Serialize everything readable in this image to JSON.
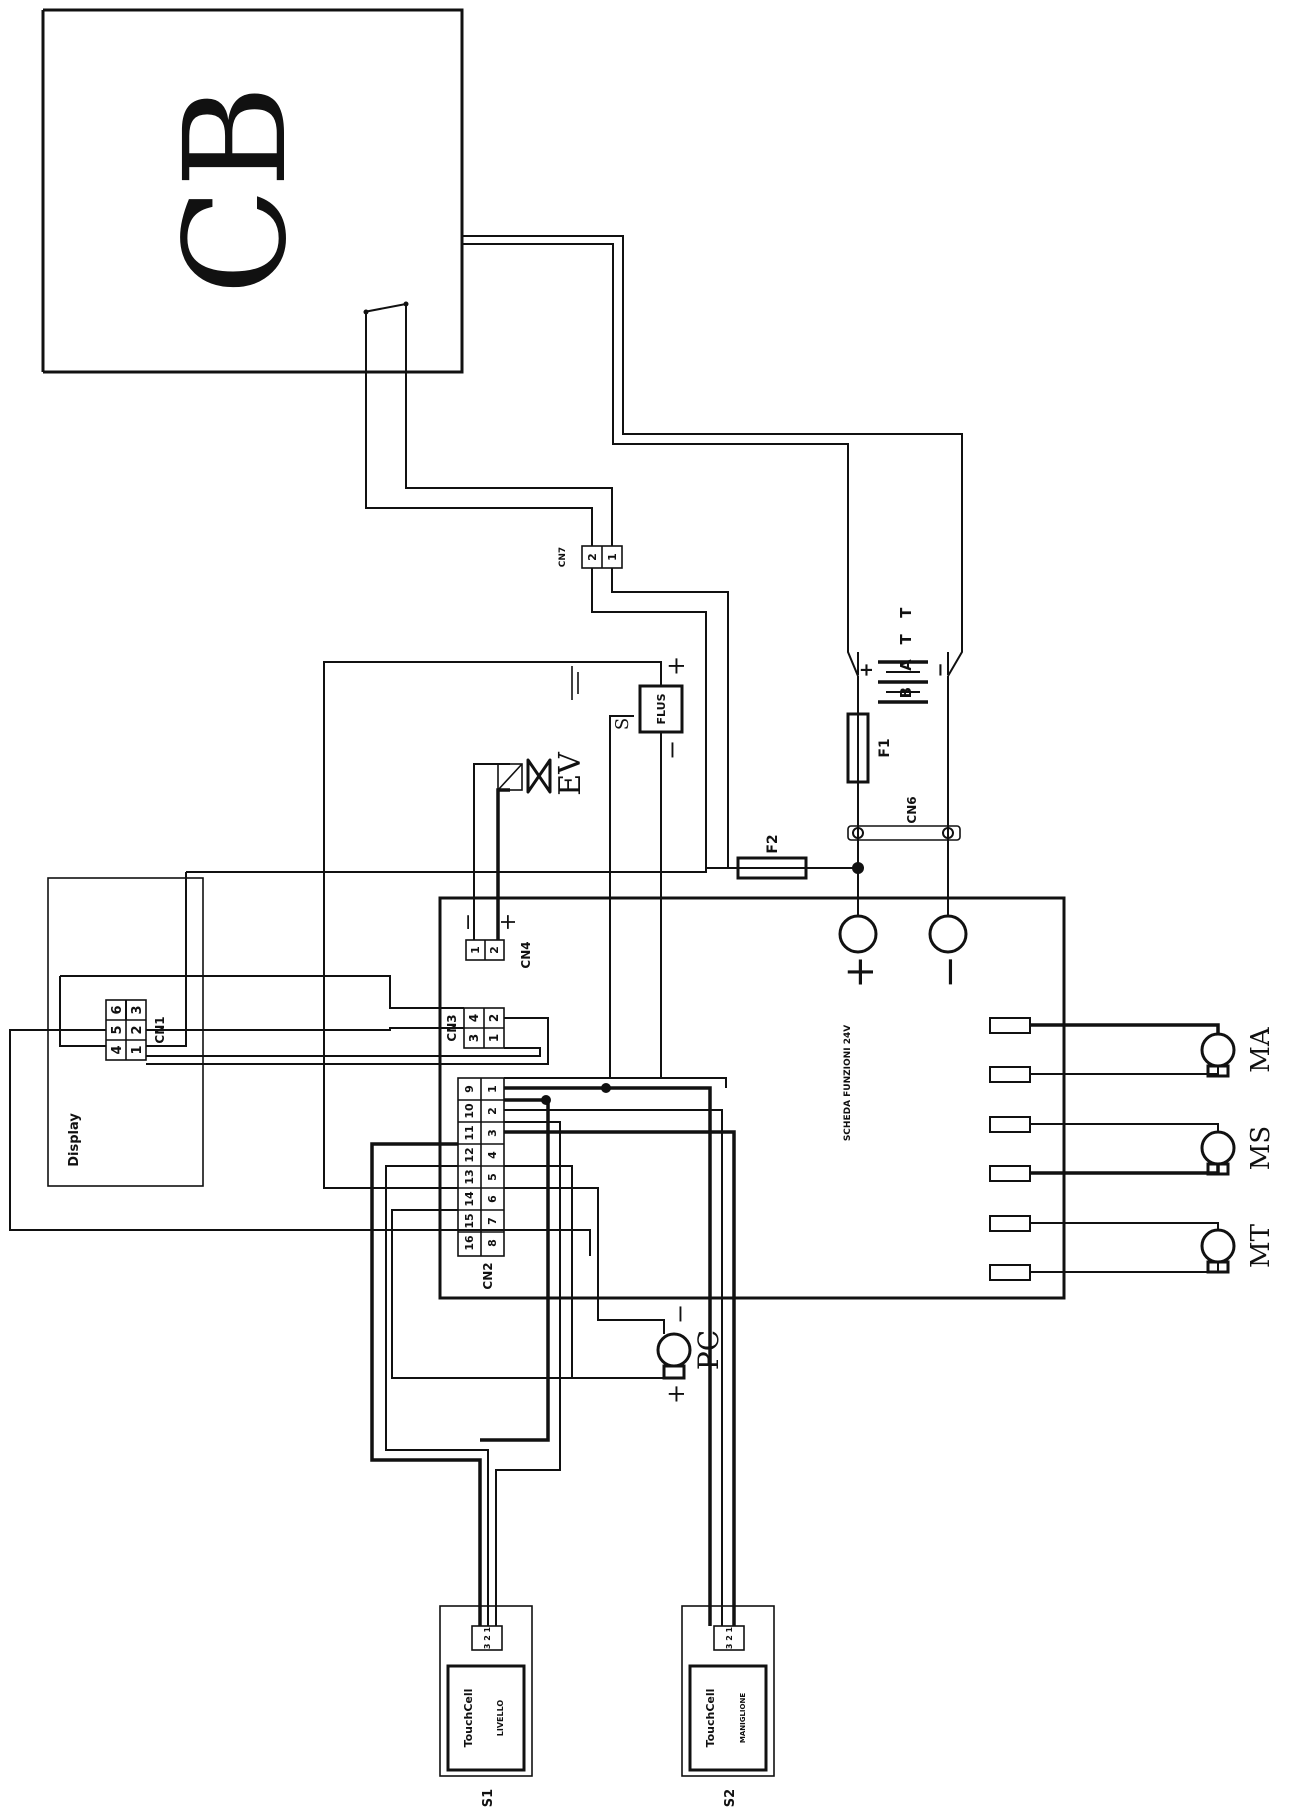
{
  "cb": {
    "label": "CB"
  },
  "board": {
    "title": "SCHEDA FUNZIONI 24V",
    "plus": "+",
    "minus": "−"
  },
  "connectors": {
    "cn1": {
      "label": "CN1",
      "pins_row1": [
        "6",
        "5",
        "4"
      ],
      "pins_row2": [
        "3",
        "2",
        "1"
      ]
    },
    "cn2": {
      "label": "CN2",
      "pins_row1": [
        "16",
        "15",
        "14",
        "13",
        "12",
        "11",
        "10",
        "9"
      ],
      "pins_row2": [
        "8",
        "7",
        "6",
        "5",
        "4",
        "3",
        "2",
        "1"
      ]
    },
    "cn3": {
      "label": "CN3",
      "pins_row1": [
        "4",
        "3"
      ],
      "pins_row2": [
        "2",
        "1"
      ]
    },
    "cn4": {
      "label": "CN4",
      "pins": [
        "1",
        "2"
      ],
      "minus": "−",
      "plus": "+"
    },
    "cn6": {
      "label": "CN6"
    },
    "cn7": {
      "label": "CN7",
      "pins": [
        "2",
        "1"
      ]
    }
  },
  "display": {
    "label": "Display"
  },
  "battery": {
    "label": "BATT",
    "plus": "+",
    "minus": "−"
  },
  "fuses": {
    "f1": "F1",
    "f2": "F2"
  },
  "flus": {
    "label": "FLUS",
    "s": "S",
    "plus": "+",
    "minus": "−"
  },
  "ev": {
    "label": "EV"
  },
  "pc": {
    "label": "PC",
    "plus": "+",
    "minus": "−"
  },
  "motors": [
    {
      "label": "MA"
    },
    {
      "label": "MS"
    },
    {
      "label": "MT"
    }
  ],
  "sensors": [
    {
      "tag": "S1",
      "brand": "TouchCell",
      "name": "LIVELLO",
      "pins": "3 2 1"
    },
    {
      "tag": "S2",
      "brand": "TouchCell",
      "name": "MANIGLIONE",
      "pins": "3 2 1"
    }
  ]
}
